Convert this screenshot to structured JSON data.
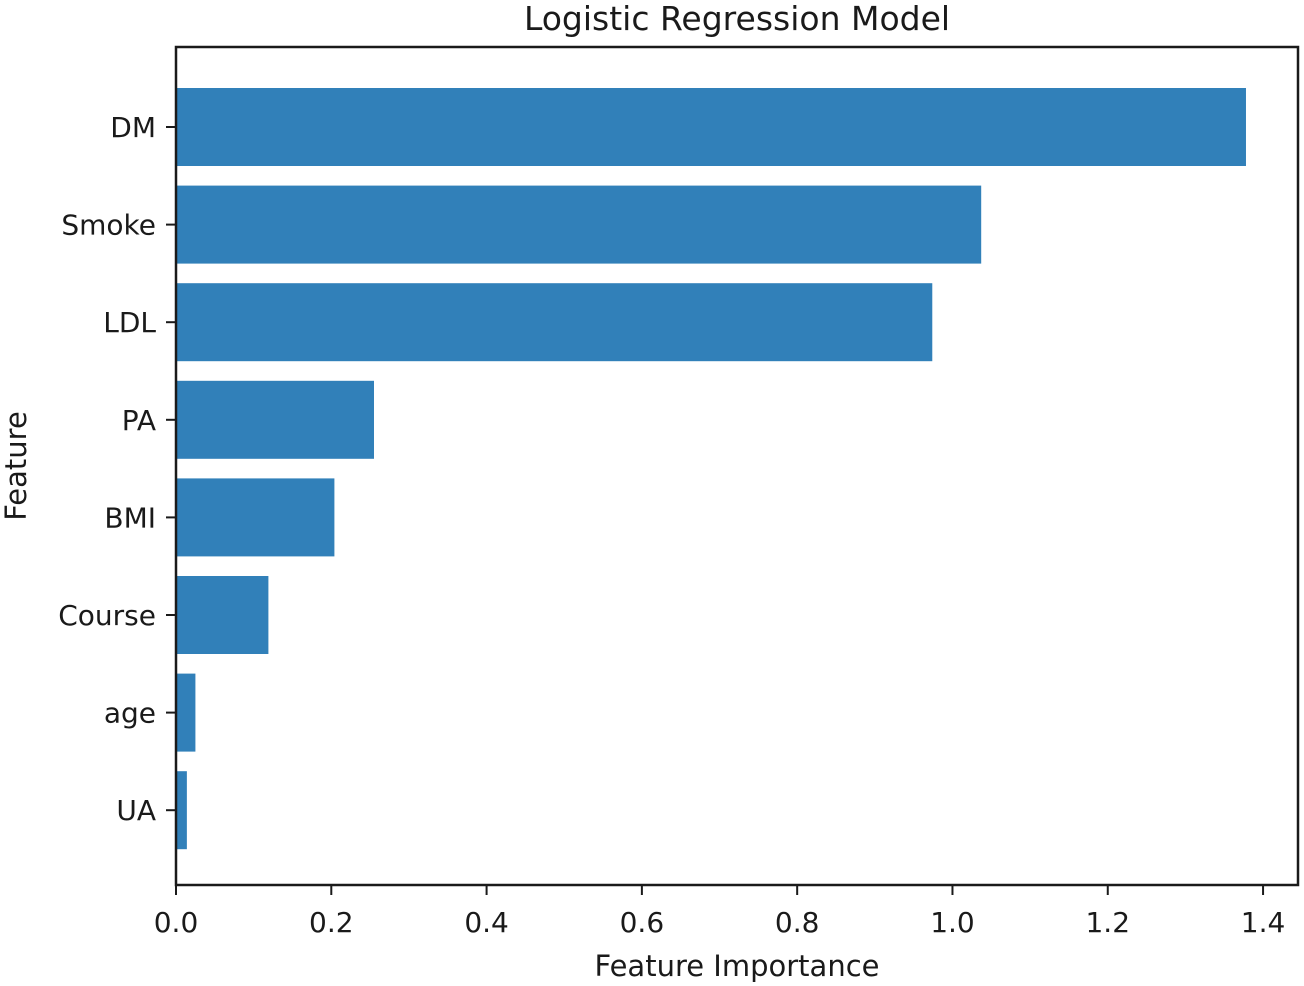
{
  "chart_data": {
    "type": "bar",
    "orientation": "horizontal",
    "title": "Logistic Regression Model",
    "xlabel": "Feature Importance",
    "ylabel": "Feature",
    "categories": [
      "DM",
      "Smoke",
      "LDL",
      "PA",
      "BMI",
      "Course",
      "age",
      "UA"
    ],
    "values": [
      1.378,
      1.037,
      0.974,
      0.255,
      0.204,
      0.119,
      0.025,
      0.014
    ],
    "xlim": [
      0,
      1.445
    ],
    "xticks": [
      "0.0",
      "0.2",
      "0.4",
      "0.6",
      "0.8",
      "1.0",
      "1.2",
      "1.4"
    ],
    "bar_color": "#3180b9",
    "grid": false,
    "legend": "none"
  }
}
